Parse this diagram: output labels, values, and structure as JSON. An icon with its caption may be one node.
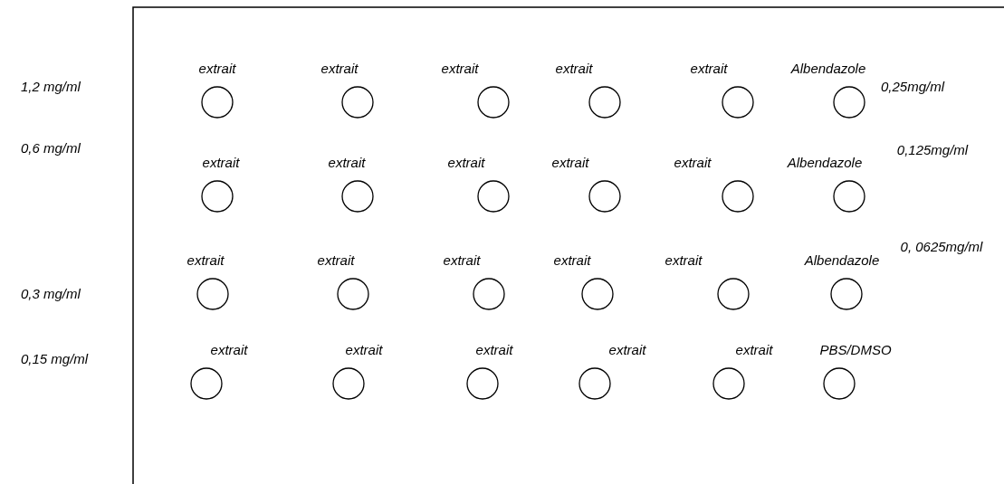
{
  "diagram": {
    "nodes": [
      {
        "text": [
          "extrait"
        ]
      },
      {
        "text": [
          "extrait"
        ]
      },
      {
        "text": [
          "extrait"
        ]
      },
      {
        "text": [
          "extrait"
        ]
      },
      {
        "text": [
          "extrait"
        ]
      },
      {
        "text": [
          "Albendazole"
        ],
        "beside": [
          "0,25mg/ml"
        ]
      },
      {
        "text": [
          "extrait"
        ]
      },
      {
        "text": [
          "extrait"
        ]
      },
      {
        "text": [
          "extrait"
        ]
      },
      {
        "text": [
          "extrait"
        ]
      },
      {
        "text": [
          "extrait"
        ]
      },
      {
        "text": [
          "Albendazole"
        ],
        "beside": [
          "0,125mg/ml"
        ]
      },
      {
        "text": [
          "extrait"
        ]
      },
      {
        "text": [
          "extrait"
        ]
      },
      {
        "text": [
          "extrait"
        ]
      },
      {
        "text": [
          "extrait"
        ]
      },
      {
        "text": [
          "extrait"
        ]
      },
      {
        "text": [
          "Albendazole"
        ],
        "beside": [
          "0, 0625mg/ml"
        ]
      },
      {
        "text": [
          "extrait"
        ]
      },
      {
        "text": [
          "extrait"
        ]
      },
      {
        "text": [
          "extrait"
        ]
      },
      {
        "text": [
          "extrait"
        ]
      },
      {
        "text": [
          "extrait"
        ]
      },
      {
        "text": [
          "PBS/DMSO"
        ]
      }
    ],
    "labels": [
      "1,2 mg/ml",
      "0,6 mg/ml",
      "0,3 mg/ml",
      "0,15 mg/ml"
    ]
  }
}
